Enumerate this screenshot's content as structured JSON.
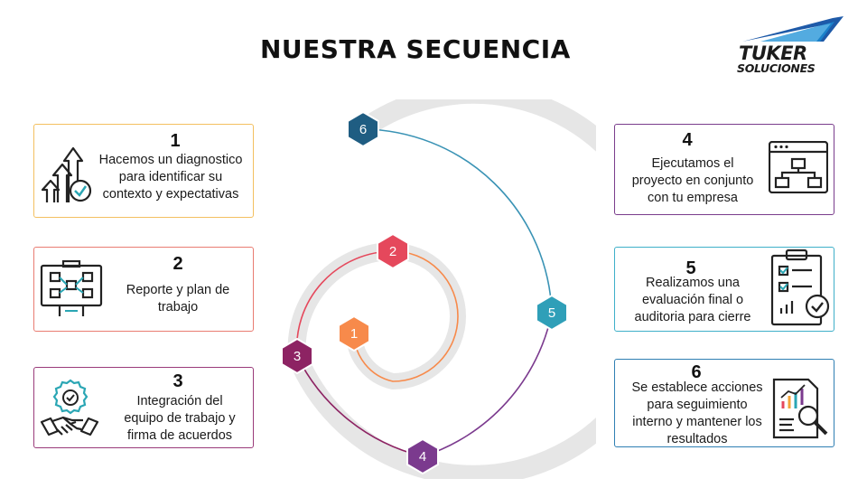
{
  "title": "NUESTRA SECUENCIA",
  "logo": {
    "line1": "TUKER",
    "line2": "SOLUCIONES"
  },
  "steps_left": [
    {
      "num": "1",
      "lines": [
        "Hacemos un diagnostico",
        "para identificar su",
        "contexto y expectativas"
      ],
      "icon": "growth-arrows-check-icon"
    },
    {
      "num": "2",
      "lines": [
        "Reporte y plan de",
        "trabajo"
      ],
      "icon": "workflow-board-icon"
    },
    {
      "num": "3",
      "lines": [
        "Integración del",
        "equipo de trabajo y",
        "firma de acuerdos"
      ],
      "icon": "handshake-badge-icon"
    }
  ],
  "steps_right": [
    {
      "num": "4",
      "lines": [
        "Ejecutamos el",
        "proyecto en conjunto",
        "con tu empresa"
      ],
      "icon": "sitemap-window-icon"
    },
    {
      "num": "5",
      "lines": [
        "Realizamos una",
        "evaluación  final o",
        "auditoria para cierre"
      ],
      "icon": "clipboard-check-icon"
    },
    {
      "num": "6",
      "lines": [
        "Se establece acciones",
        "para seguimiento",
        "interno y mantener los",
        "resultados"
      ],
      "icon": "report-magnifier-icon"
    }
  ],
  "spiral_markers": [
    {
      "label": "1",
      "color": "#f78a4b"
    },
    {
      "label": "2",
      "color": "#e5485c"
    },
    {
      "label": "3",
      "color": "#8d2363"
    },
    {
      "label": "4",
      "color": "#7b3a8e"
    },
    {
      "label": "5",
      "color": "#2f9fb8"
    },
    {
      "label": "6",
      "color": "#1f5d82"
    }
  ],
  "colors": {
    "card1_border": "#f3c060",
    "card2_border": "#e97c72",
    "card3_border": "#9a3b7a",
    "card4_border": "#7a3d8c",
    "card5_border": "#3fb0c9",
    "card6_border": "#2f7fb3",
    "icon_teal": "#2aa6b4",
    "track_gray": "#e6e6e6"
  }
}
